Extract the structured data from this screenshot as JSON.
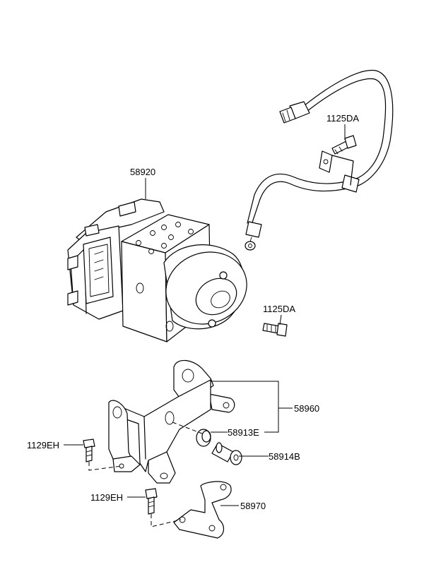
{
  "diagram": {
    "labels": {
      "hyd_unit": "58920",
      "bolt_hose": "1125DA",
      "bolt_unit": "1125DA",
      "bracket_assy": "58960",
      "grommet": "58913E",
      "bushing": "58914B",
      "bolt_left": "1129EH",
      "bolt_lower": "1129EH",
      "bracket_lower": "58970"
    }
  }
}
